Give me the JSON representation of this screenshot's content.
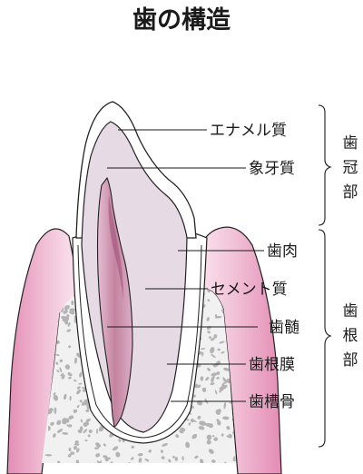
{
  "title": "歯の構造",
  "labels": {
    "enamel": "エナメル質",
    "dentin": "象牙質",
    "gum": "歯肉",
    "cementum": "セメント質",
    "pulp": "歯髄",
    "periodontal_ligament": "歯根膜",
    "alveolar_bone": "歯槽骨"
  },
  "groups": {
    "crown": [
      "歯",
      "冠",
      "部"
    ],
    "root": [
      "歯",
      "根",
      "部"
    ]
  },
  "colors": {
    "gum_pink": "#e693b8",
    "gum_light": "#f6dbe8",
    "dentin": "#e7dbe6",
    "pulp": "#c98db0",
    "pulp_light": "#e2b7cf",
    "bone_base": "#f1f1f1",
    "bone_speckle": "#b3b3b3",
    "enamel": "#ffffff",
    "outline": "#222222"
  }
}
